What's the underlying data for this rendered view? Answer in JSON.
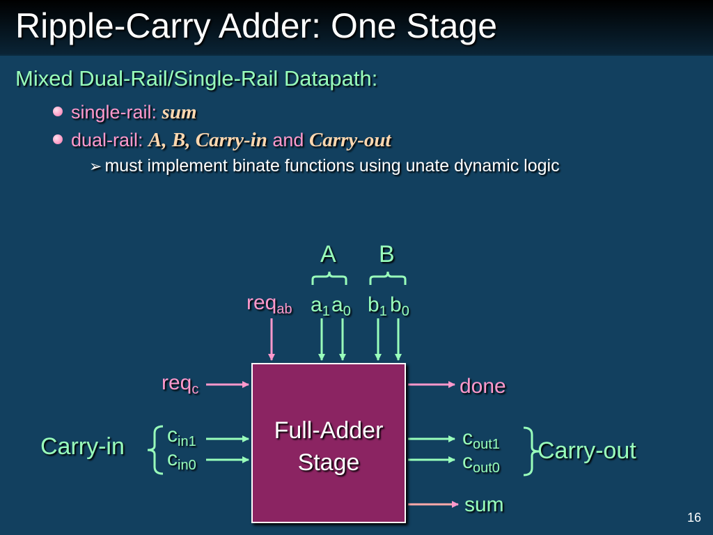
{
  "title": "Ripple-Carry Adder: One Stage",
  "heading": "Mixed Dual-Rail/Single-Rail Datapath:",
  "bullets": [
    {
      "prefix": "single-rail: ",
      "emph1": "sum"
    },
    {
      "prefix": "dual-rail: ",
      "emph1": "A, B, Carry-in",
      "joiner": " and ",
      "emph2": "Carry-out"
    }
  ],
  "sub_bullet": "must implement binate functions using unate dynamic logic",
  "diagram": {
    "box_line1": "Full-Adder",
    "box_line2": "Stage",
    "label_A": "A",
    "label_B": "B",
    "req_ab": {
      "base": "req",
      "sub": "ab"
    },
    "a1": {
      "base": "a",
      "sub": "1"
    },
    "a0": {
      "base": "a",
      "sub": "0"
    },
    "b1": {
      "base": "b",
      "sub": "1"
    },
    "b0": {
      "base": "b",
      "sub": "0"
    },
    "req_c": {
      "base": "req",
      "sub": "c"
    },
    "done": "done",
    "carry_in": "Carry-in",
    "cin1": {
      "base": "c",
      "sub": "in1"
    },
    "cin0": {
      "base": "c",
      "sub": "in0"
    },
    "cout1": {
      "base": "c",
      "sub": "out1"
    },
    "cout0": {
      "base": "c",
      "sub": "out0"
    },
    "carry_out": "Carry-out",
    "sum": "sum"
  },
  "page_number": "16",
  "colors": {
    "background": "#12405f",
    "accent_green": "#99ffbb",
    "accent_pink": "#ff99cc",
    "box_fill": "#8b2462"
  }
}
